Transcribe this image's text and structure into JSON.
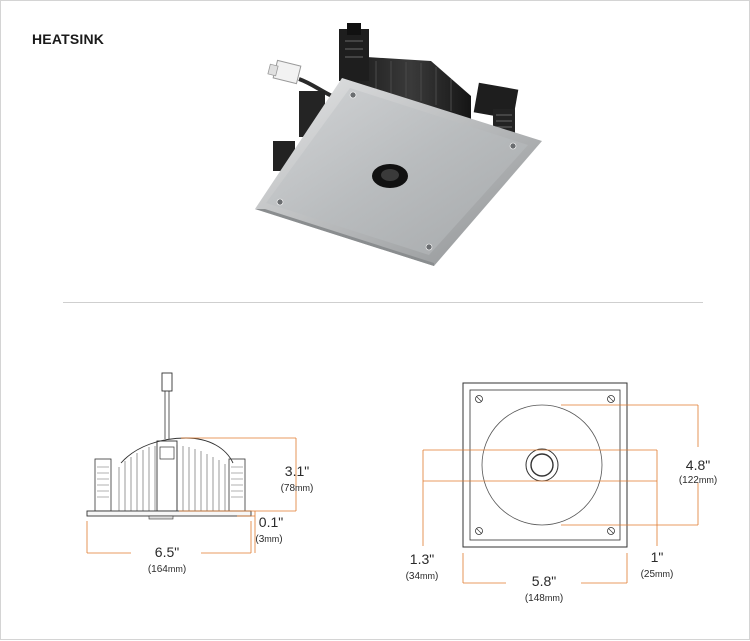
{
  "heading": "HEATSINK",
  "dimensions": {
    "height": {
      "imperial": "3.1\"",
      "metric_value": "(78",
      "metric_unit": "mm",
      "close": ")"
    },
    "trim_thickness": {
      "imperial": "0.1\"",
      "metric_value": "(3",
      "metric_unit": "mm",
      "close": ")"
    },
    "trim_width_side": {
      "imperial": "6.5\"",
      "metric_value": "(164",
      "metric_unit": "mm",
      "close": ")"
    },
    "aperture_height": {
      "imperial": "4.8\"",
      "metric_value": "(122",
      "metric_unit": "mm",
      "close": ")"
    },
    "aperture_width": {
      "imperial": "5.8\"",
      "metric_value": "(148",
      "metric_unit": "mm",
      "close": ")"
    },
    "lens_left": {
      "imperial": "1.3\"",
      "metric_value": "(34",
      "metric_unit": "mm",
      "close": ")"
    },
    "lens_right": {
      "imperial": "1\"",
      "metric_value": "(25",
      "metric_unit": "mm",
      "close": ")"
    }
  },
  "colors": {
    "dimension_line": "#e07a2e",
    "text": "#2a2a2a",
    "panel": "#b8bbbd"
  }
}
